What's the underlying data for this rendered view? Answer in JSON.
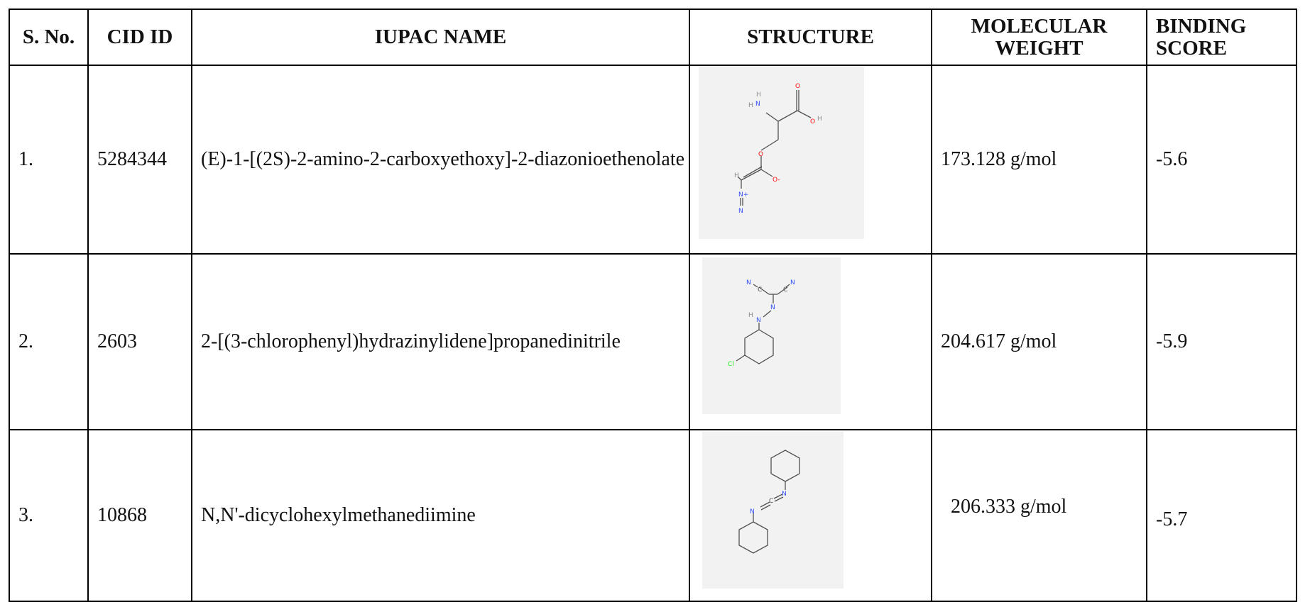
{
  "table": {
    "headers": [
      "S. No.",
      "CID ID",
      "IUPAC NAME",
      "STRUCTURE",
      "MOLECULAR WEIGHT",
      "BINDING SCORE"
    ],
    "rows": [
      {
        "sno": "1.",
        "cid": "5284344",
        "iupac": "(E)-1-[(2S)-2-amino-2-carboxyethoxy]-2-diazonioethenolate",
        "mw": "173.128 g/mol",
        "score": "-5.6",
        "atoms": [
          "H",
          "N",
          "H",
          "O",
          "O",
          "H",
          "O",
          "H",
          "O-",
          "N+",
          "N"
        ]
      },
      {
        "sno": "2.",
        "cid": "2603",
        "iupac": "2-[(3-chlorophenyl)hydrazinylidene]propanedinitrile",
        "mw": "204.617 g/mol",
        "score": "-5.9",
        "atoms": [
          "N",
          "C",
          "C",
          "N",
          "H",
          "N",
          "N",
          "Cl"
        ]
      },
      {
        "sno": "3.",
        "cid": "10868",
        "iupac": "N,N'-dicyclohexylmethanediimine",
        "mw": "206.333 g/mol",
        "score": "-5.7",
        "atoms": [
          "N",
          "C",
          "N"
        ]
      }
    ]
  },
  "colors": {
    "nitrogen": "#3050f8",
    "oxygen": "#ff0d0d",
    "chlorine": "#1ff01f",
    "bond": "#505050",
    "hydrogen": "#8a8a8a"
  }
}
